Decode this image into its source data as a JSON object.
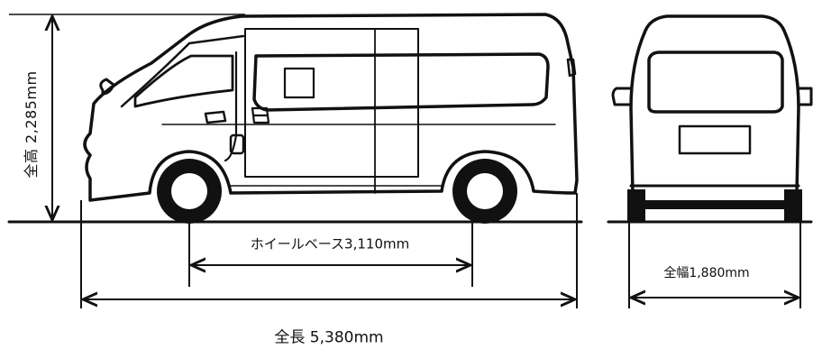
{
  "labels": {
    "height": "全高 2,285mm",
    "wheelbase": "ホイールベース3,110mm",
    "width": "全幅1,880mm",
    "length": "全長 5,380mm"
  },
  "colors": {
    "line": "#111111",
    "background": "#ffffff"
  }
}
